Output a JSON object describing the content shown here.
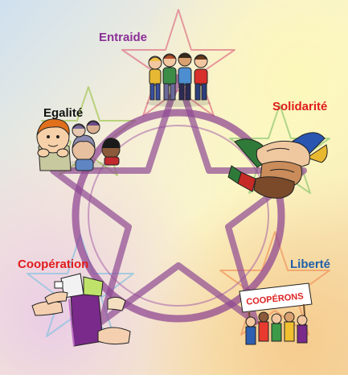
{
  "labels": {
    "entraide": "Entraide",
    "egalite": "Egalité",
    "solidarite": "Solidarité",
    "cooperation": "Coopération",
    "liberte": "Liberté",
    "sign": "COOPÉRONS"
  },
  "colors": {
    "entraide": "#8b2f97",
    "egalite": "#111111",
    "solidarite": "#e01b1b",
    "cooperation": "#e01b1b",
    "liberte": "#1f5fa8",
    "ring": "#8a3f8f"
  },
  "icons": {
    "entraide": "group-of-children-icon",
    "egalite": "children-faces-icon",
    "solidarite": "joined-hands-icon",
    "cooperation": "hands-sharing-book-icon",
    "liberte": "protesters-with-sign-icon"
  }
}
